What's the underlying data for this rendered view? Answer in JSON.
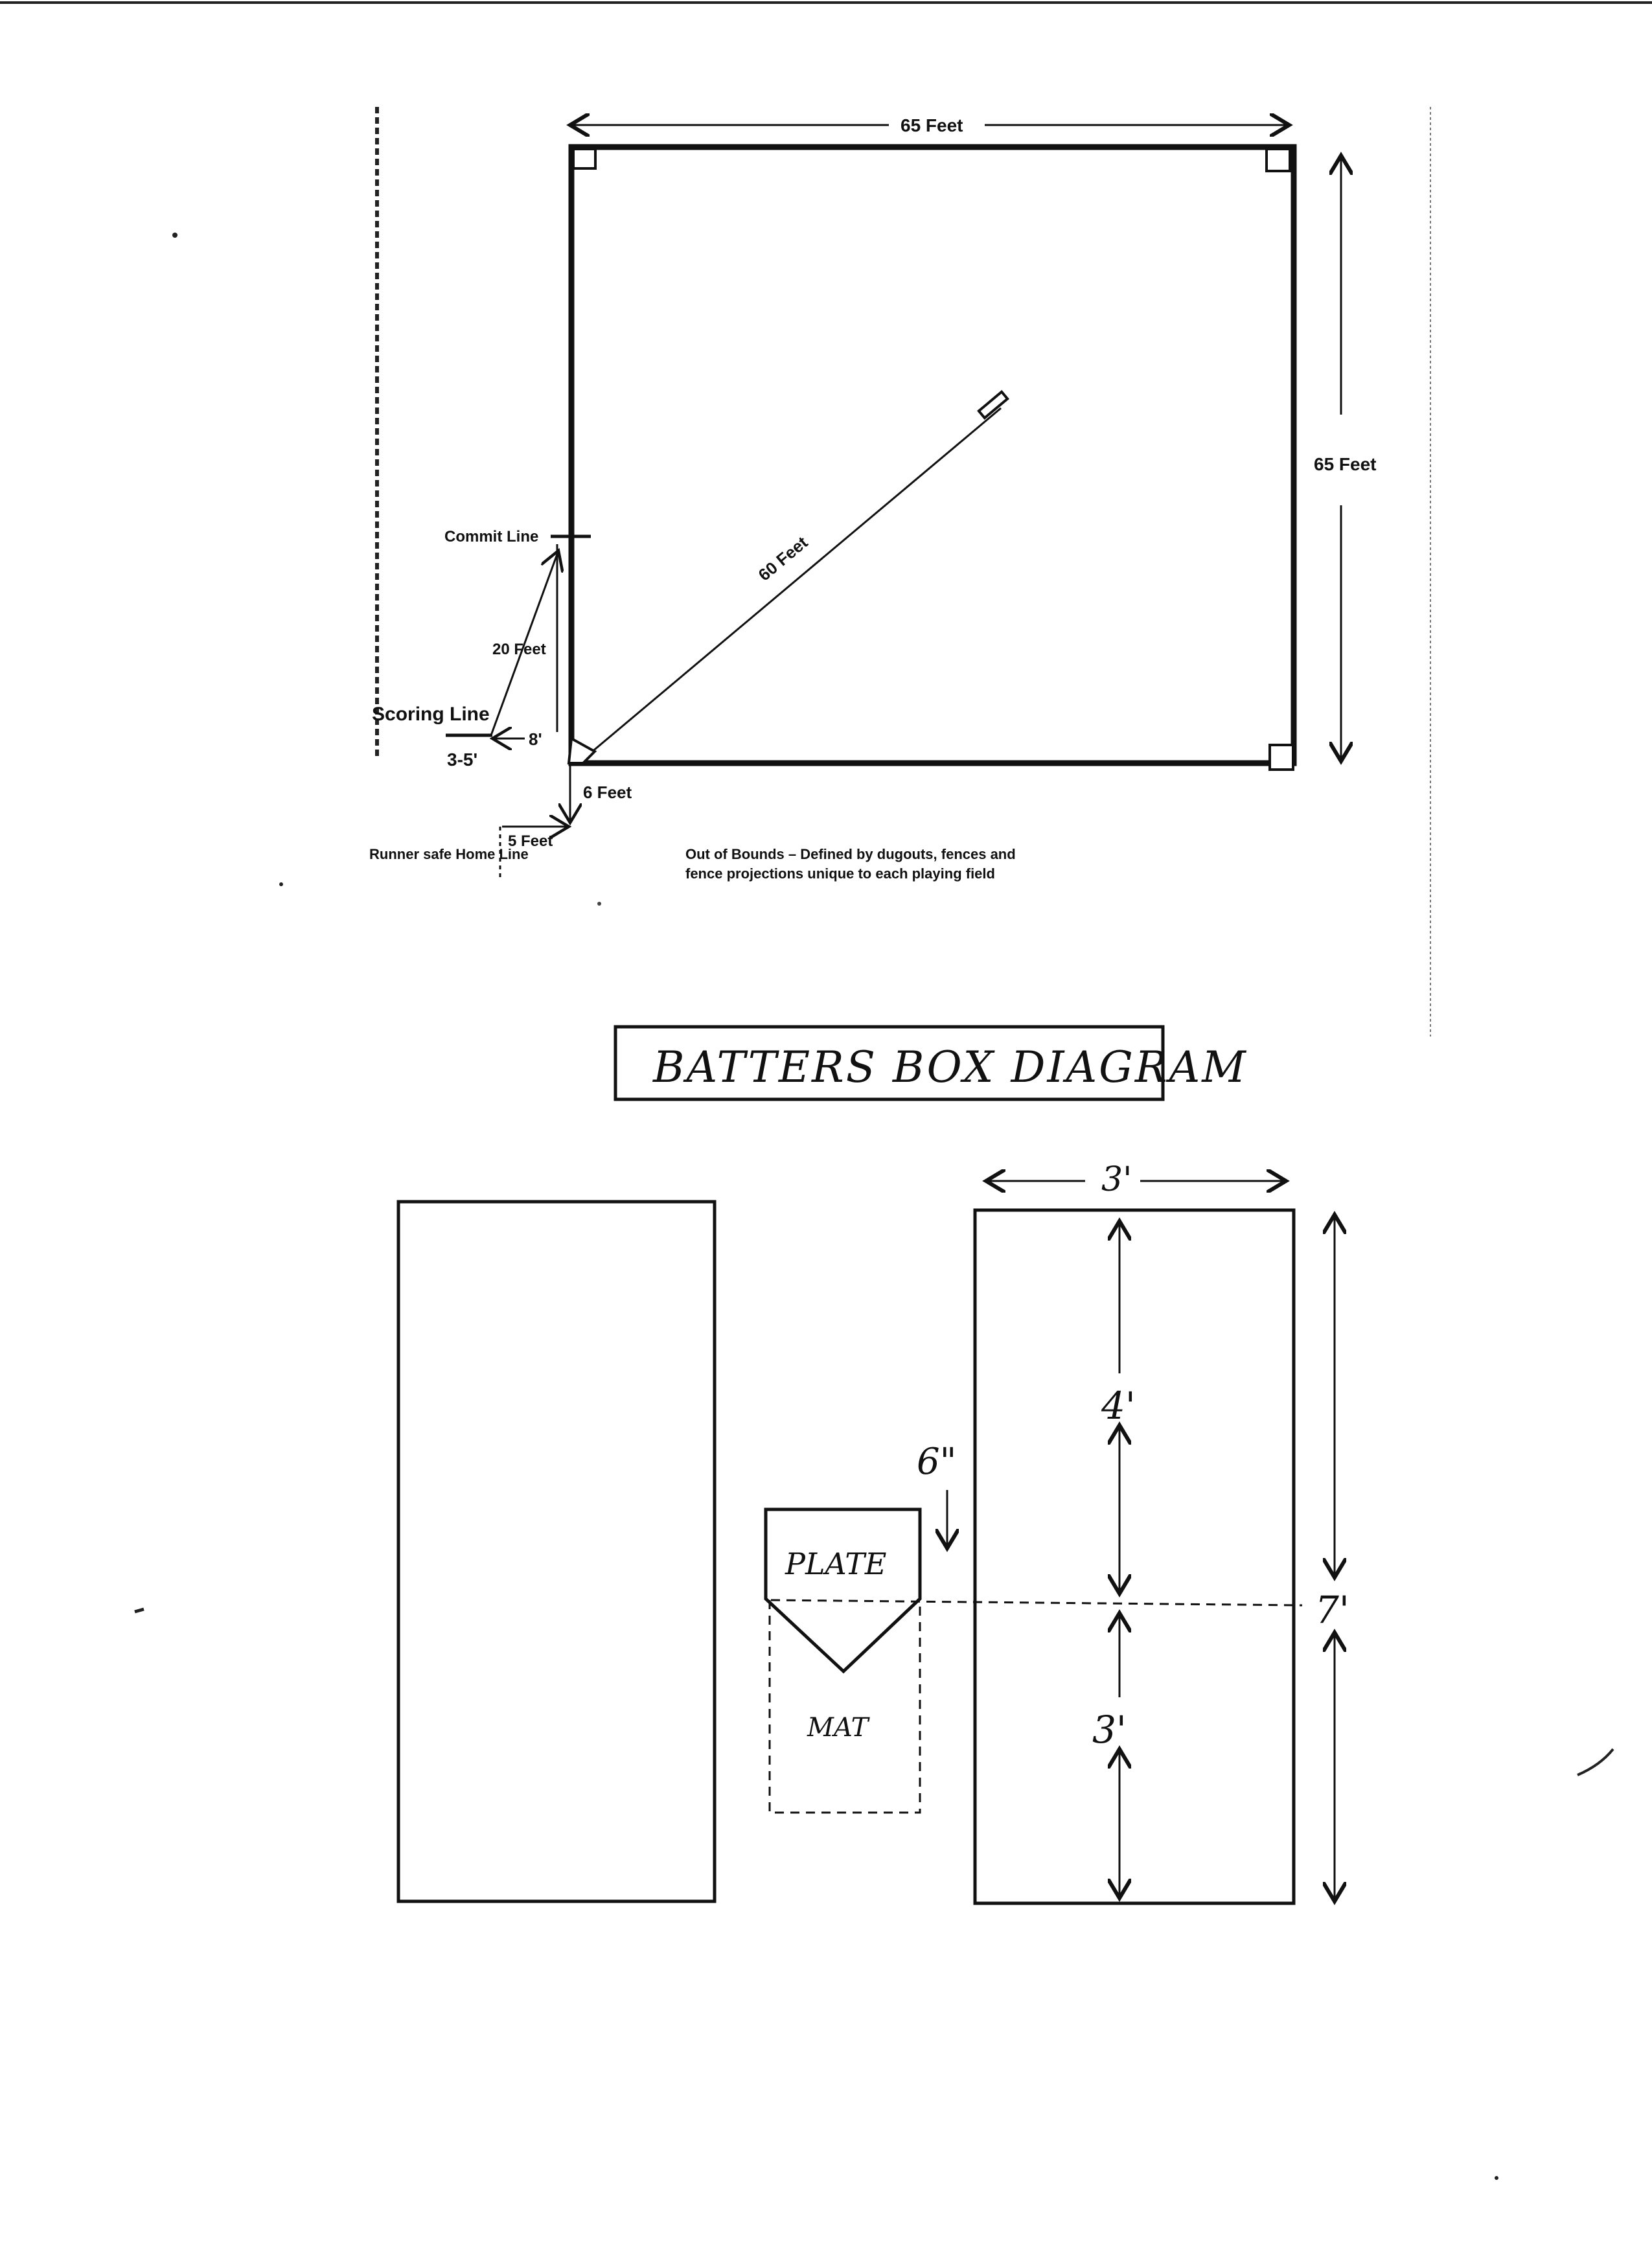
{
  "field_diagram": {
    "labels": {
      "width_top": "65 Feet",
      "height_right": "65 Feet",
      "diagonal": "60 Feet",
      "commit_line": "Commit Line",
      "commit_distance": "20 Feet",
      "scoring_line": "Scoring Line",
      "scoring_offset": "8'",
      "scoring_width": "3-5'",
      "runner_down": "6 Feet",
      "runner_side": "5 Feet",
      "runner_safe_line": "Runner safe Home Line",
      "out_of_bounds_line1": "Out of Bounds – Defined by dugouts, fences and",
      "out_of_bounds_line2": "fence projections unique to each playing field"
    }
  },
  "batters_box": {
    "title": "BATTERS BOX DIAGRAM",
    "labels": {
      "box_width": "3'",
      "upper_length": "4'",
      "lower_length": "3'",
      "total_length": "7'",
      "plate_gap": "6\"",
      "plate": "PLATE",
      "mat": "MAT"
    }
  }
}
